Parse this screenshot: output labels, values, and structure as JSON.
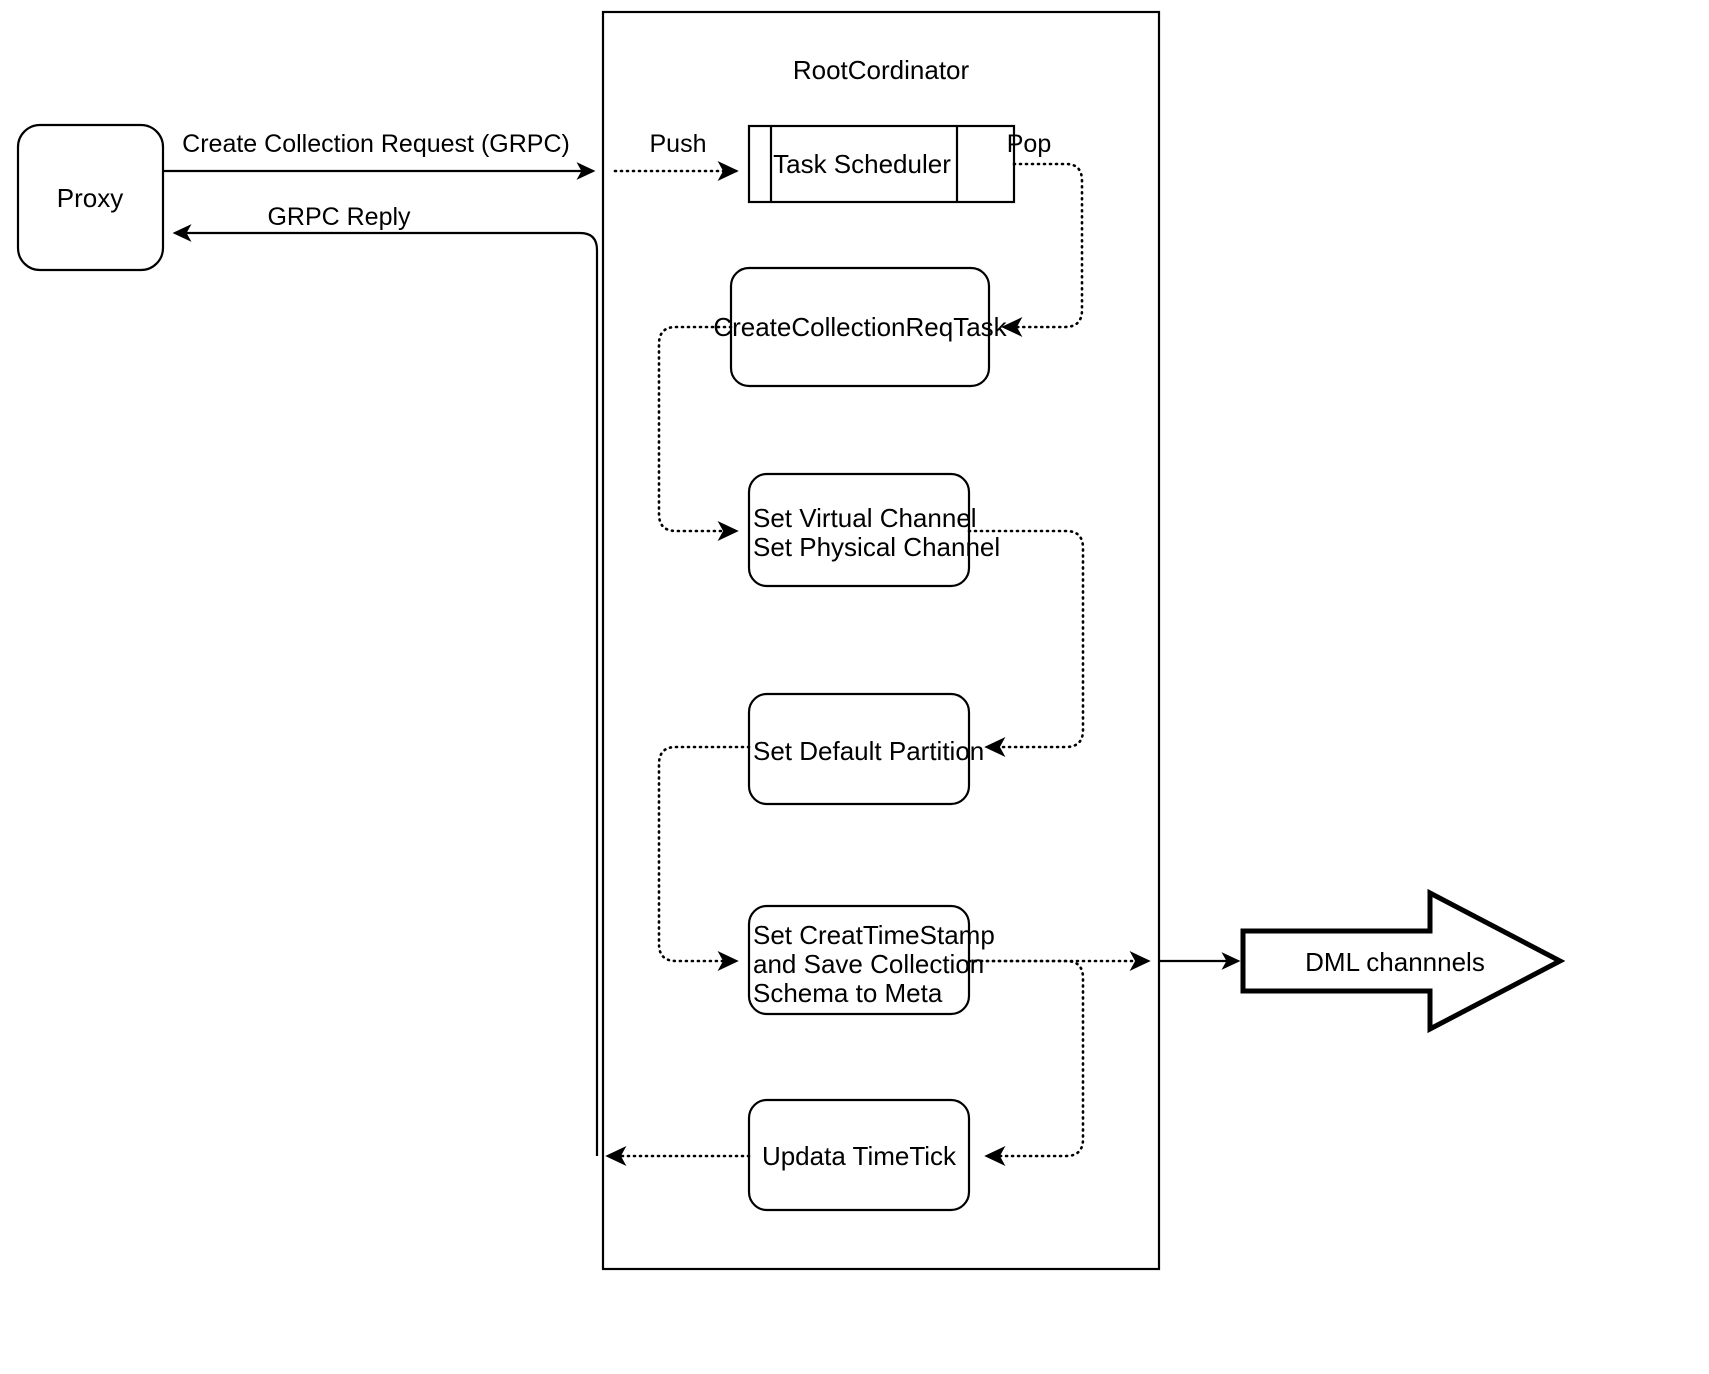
{
  "diagram": {
    "title_visible": "RootCordinator",
    "colors": {
      "stroke": "#000000",
      "fill": "#ffffff",
      "text": "#000000"
    },
    "container": {
      "label": "RootCordinator"
    },
    "nodes": {
      "proxy": {
        "label": "Proxy",
        "shape": "rounded-rect"
      },
      "task_scheduler": {
        "label": "Task Scheduler",
        "shape": "queue"
      },
      "create_collection_req_task": {
        "label": "CreateCollectionReqTask",
        "shape": "rounded-rect"
      },
      "set_channels": {
        "label_line1": "Set Virtual Channel",
        "label_line2": "Set Physical Channel",
        "shape": "rounded-rect"
      },
      "set_default_partition": {
        "label": "Set Default Partition",
        "shape": "rounded-rect"
      },
      "set_create_timestamp": {
        "label_line1": "Set CreatTimeStamp",
        "label_line2": "and Save Collection",
        "label_line3": "Schema to Meta",
        "shape": "rounded-rect"
      },
      "updata_timetick": {
        "label": "Updata TimeTick",
        "shape": "rounded-rect"
      },
      "dml_channels": {
        "label": "DML channnels",
        "shape": "block-arrow-right"
      }
    },
    "edges": [
      {
        "id": "proxy-to-rootcoord",
        "label": "Create Collection Request (GRPC)",
        "style": "solid",
        "from": "proxy",
        "to": "rootcoordinator-boundary"
      },
      {
        "id": "rootcoord-to-proxy",
        "label": "GRPC Reply",
        "style": "solid",
        "from": "rootcoordinator-boundary",
        "to": "proxy"
      },
      {
        "id": "push-to-scheduler",
        "label": "Push",
        "style": "dotted",
        "from": "rootcoordinator-boundary",
        "to": "task_scheduler"
      },
      {
        "id": "pop-from-scheduler",
        "label": "Pop",
        "style": "dotted",
        "from": "task_scheduler",
        "to": "create_collection_req_task"
      },
      {
        "id": "task-to-channels",
        "label": "",
        "style": "dotted",
        "from": "create_collection_req_task",
        "to": "set_channels"
      },
      {
        "id": "channels-to-partition",
        "label": "",
        "style": "dotted",
        "from": "set_channels",
        "to": "set_default_partition"
      },
      {
        "id": "partition-to-timestamp",
        "label": "",
        "style": "dotted",
        "from": "set_default_partition",
        "to": "set_create_timestamp"
      },
      {
        "id": "timestamp-to-dml",
        "label": "",
        "style": "dotted",
        "from": "set_create_timestamp",
        "to": "dml_channels"
      },
      {
        "id": "timestamp-to-timetick",
        "label": "",
        "style": "dotted",
        "from": "set_create_timestamp",
        "to": "updata_timetick"
      },
      {
        "id": "timetick-to-reply",
        "label": "",
        "style": "dotted",
        "from": "updata_timetick",
        "to": "rootcoordinator-boundary"
      }
    ]
  }
}
